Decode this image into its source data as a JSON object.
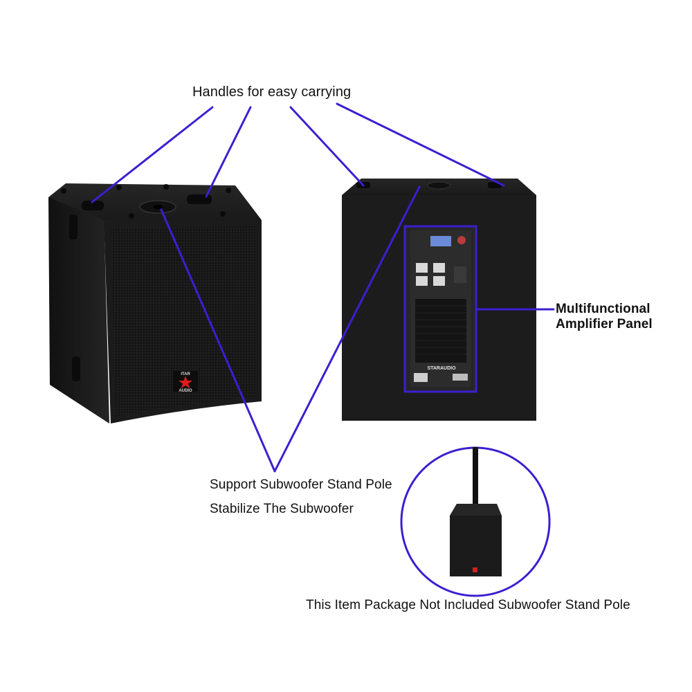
{
  "labels": {
    "handles": "Handles for easy carrying",
    "amplifier_line1": "Multifunctional",
    "amplifier_line2": "Amplifier Panel",
    "support": "Support Subwoofer Stand Pole",
    "stabilize": "Stabilize The Subwoofer",
    "package_note": "This Item Package Not Included Subwoofer Stand Pole"
  },
  "brand": {
    "logo_top": "ITAR",
    "logo_bottom": "AUDIO",
    "panel_brand": "STARAUDIO"
  },
  "colors": {
    "callout": "#3b1fd1",
    "cabinet": "#1c1c1c",
    "background": "#ffffff"
  }
}
